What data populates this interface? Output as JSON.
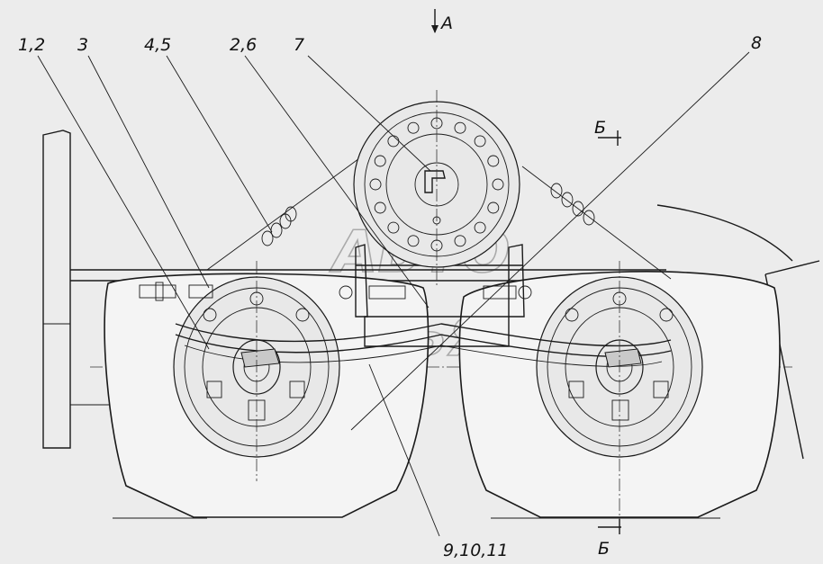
{
  "labels": {
    "l12": "1,2",
    "l3": "3",
    "l45": "4,5",
    "l26": "2,6",
    "l7": "7",
    "l8": "8",
    "l91011": "9,10,11",
    "viewA": "А",
    "sectB_top": "Б",
    "sectB_bottom": "Б"
  },
  "watermark": {
    "line1": "АВТО",
    "line2": "АЛЬЯНС"
  }
}
